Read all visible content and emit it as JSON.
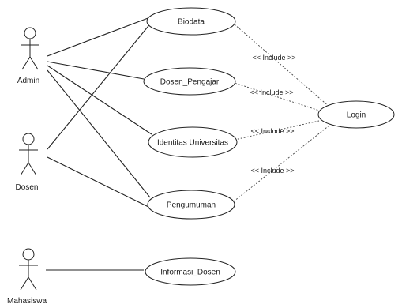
{
  "actors": [
    {
      "id": "admin",
      "label": "Admin"
    },
    {
      "id": "dosen",
      "label": "Dosen"
    },
    {
      "id": "mahasiswa",
      "label": "Mahasiswa"
    }
  ],
  "use_cases": [
    {
      "id": "biodata",
      "label": "Biodata"
    },
    {
      "id": "dosen_pengajar",
      "label": "Dosen_Pengajar"
    },
    {
      "id": "identitas_universitas",
      "label": "Identitas Universitas"
    },
    {
      "id": "pengumuman",
      "label": "Pengumuman"
    },
    {
      "id": "informasi_dosen",
      "label": "Informasi_Dosen"
    },
    {
      "id": "login",
      "label": "Login"
    }
  ],
  "associations": [
    {
      "actor": "admin",
      "use_case": "biodata"
    },
    {
      "actor": "admin",
      "use_case": "dosen_pengajar"
    },
    {
      "actor": "admin",
      "use_case": "identitas_universitas"
    },
    {
      "actor": "admin",
      "use_case": "pengumuman"
    },
    {
      "actor": "dosen",
      "use_case": "biodata"
    },
    {
      "actor": "dosen",
      "use_case": "pengumuman"
    },
    {
      "actor": "mahasiswa",
      "use_case": "informasi_dosen"
    }
  ],
  "includes": [
    {
      "from": "biodata",
      "to": "login",
      "label": "<< Include >>"
    },
    {
      "from": "dosen_pengajar",
      "to": "login",
      "label": "<< Include >>"
    },
    {
      "from": "identitas_universitas",
      "to": "login",
      "label": "<< Include >>"
    },
    {
      "from": "pengumuman",
      "to": "login",
      "label": "<< Include >>"
    }
  ]
}
